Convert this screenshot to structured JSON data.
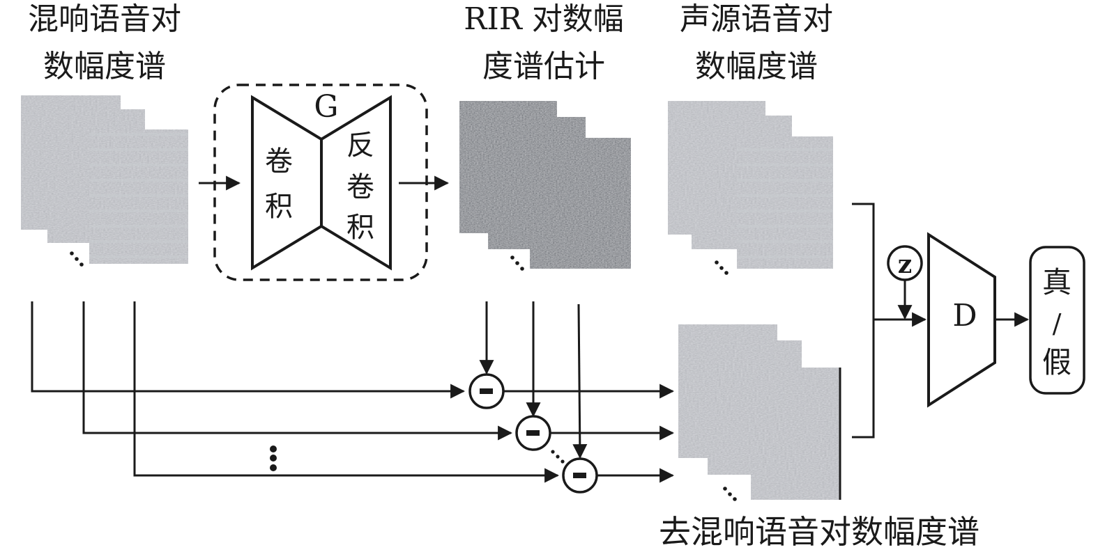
{
  "labels": {
    "reverberant_spec": [
      "混响语音对",
      "数幅度谱"
    ],
    "rir_estimate": [
      "RIR 对数幅",
      "度谱估计"
    ],
    "clean_spec": [
      "声源语音对",
      "数幅度谱"
    ],
    "dereverb_spec": "去混响语音对数幅度谱"
  },
  "generator": {
    "name": "G",
    "encoder": [
      "卷",
      "积"
    ],
    "decoder": [
      "反",
      "卷",
      "积"
    ]
  },
  "discriminator": {
    "name": "D",
    "noise": "z",
    "output": [
      "真",
      "/",
      "假"
    ]
  },
  "operators": {
    "subtract": "-"
  },
  "colors": {
    "line": "#1a1a1a",
    "spec_light": "#8e9399",
    "spec_mid": "#7c8188",
    "spec_dark": "#3a3d42",
    "background": "#ffffff"
  }
}
